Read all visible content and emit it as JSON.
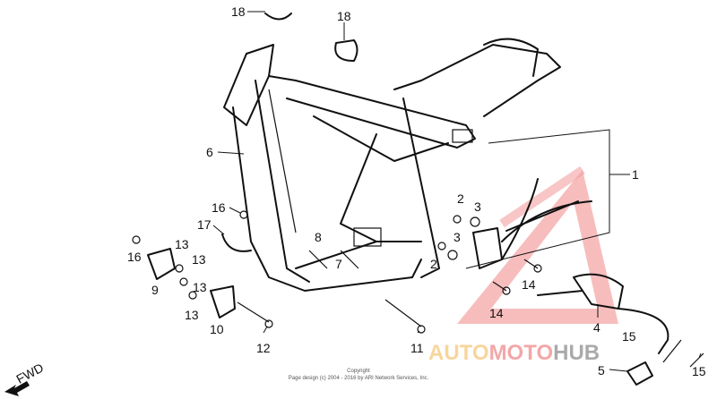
{
  "diagram": {
    "callouts": [
      "18",
      "18",
      "6",
      "1",
      "16",
      "17",
      "2",
      "3",
      "3",
      "2",
      "8",
      "7",
      "16",
      "13",
      "13",
      "9",
      "13",
      "13",
      "10",
      "12",
      "11",
      "14",
      "14",
      "4",
      "15",
      "15",
      "5"
    ],
    "direction_label": "FWD",
    "copyright_title": "Copyright",
    "copyright_line": "Page design (c) 2004 - 2016 by ARI Network Services, Inc."
  },
  "watermark": {
    "text_parts": [
      "AUTO",
      "MOTO",
      "HUB"
    ],
    "colors": {
      "auto": "#f6c77c",
      "moto": "#ef8a8a",
      "hub": "#8e8e8e",
      "triangle": "#f08080"
    }
  }
}
